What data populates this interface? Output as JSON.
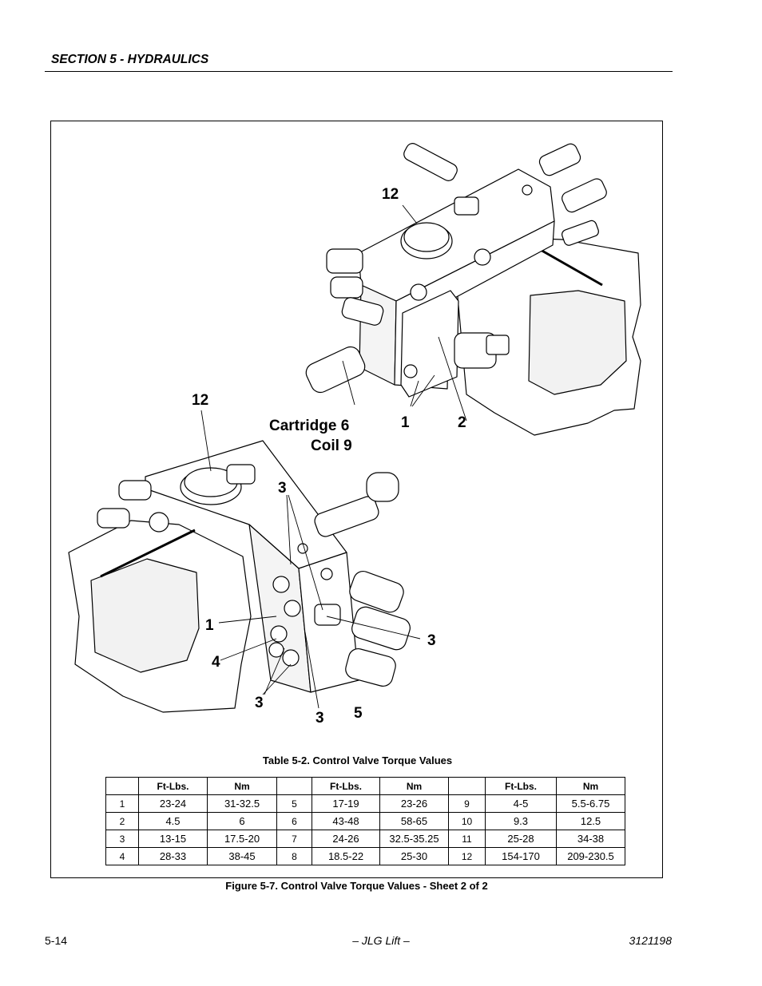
{
  "header": {
    "section_title": "SECTION 5 - HYDRAULICS"
  },
  "figure": {
    "callouts": {
      "top_12": "12",
      "cartridge": "Cartridge 6",
      "coil": "Coil 9",
      "top_1": "1",
      "top_2": "2",
      "left_12": "12",
      "mid_3": "3",
      "left_1": "1",
      "left_4": "4",
      "right_3": "3",
      "bottom_3a": "3",
      "bottom_3b": "3",
      "bottom_5": "5"
    },
    "caption": "Figure 5-7.  Control Valve Torque Values - Sheet 2 of 2"
  },
  "table": {
    "title": "Table 5-2.  Control Valve Torque Values",
    "headers": [
      "",
      "Ft-Lbs.",
      "Nm",
      "",
      "Ft-Lbs.",
      "Nm",
      "",
      "Ft-Lbs.",
      "Nm"
    ],
    "rows": [
      [
        "1",
        "23-24",
        "31-32.5",
        "5",
        "17-19",
        "23-26",
        "9",
        "4-5",
        "5.5-6.75"
      ],
      [
        "2",
        "4.5",
        "6",
        "6",
        "43-48",
        "58-65",
        "10",
        "9.3",
        "12.5"
      ],
      [
        "3",
        "13-15",
        "17.5-20",
        "7",
        "24-26",
        "32.5-35.25",
        "11",
        "25-28",
        "34-38"
      ],
      [
        "4",
        "28-33",
        "38-45",
        "8",
        "18.5-22",
        "25-30",
        "12",
        "154-170",
        "209-230.5"
      ]
    ]
  },
  "footer": {
    "page_number": "5-14",
    "center": "– JLG Lift –",
    "doc_number": "3121198"
  }
}
